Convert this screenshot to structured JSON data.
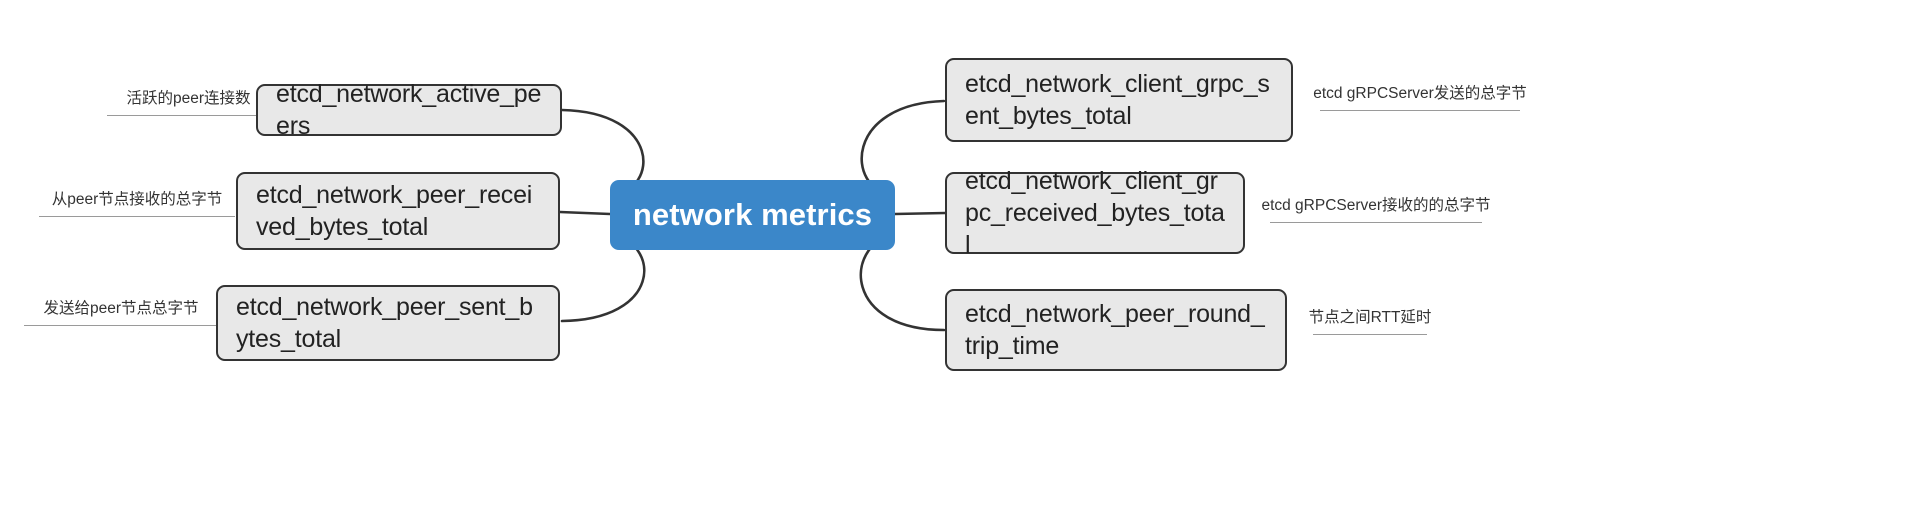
{
  "diagram": {
    "type": "mindmap",
    "title": "network metrics",
    "colors": {
      "central_fill": "#3b87c9",
      "central_text": "#ffffff",
      "node_fill": "#e8e8e8",
      "node_border": "#333333",
      "node_text": "#222222",
      "edge_stroke": "#333333",
      "annotation_text": "#333333",
      "annotation_rule": "#9a9a9a",
      "background": "#ffffff"
    },
    "central": {
      "label": "network metrics"
    },
    "branches": [
      {
        "side": "left",
        "metric": "etcd_network_active_peers",
        "annotation": "活跃的peer连接数"
      },
      {
        "side": "left",
        "metric": "etcd_network_peer_received_bytes_total",
        "annotation": "从peer节点接收的总字节"
      },
      {
        "side": "left",
        "metric": "etcd_network_peer_sent_bytes_total",
        "annotation": "发送给peer节点总字节"
      },
      {
        "side": "right",
        "metric": "etcd_network_client_grpc_sent_bytes_total",
        "annotation": "etcd gRPCServer发送的总字节"
      },
      {
        "side": "right",
        "metric": "etcd_network_client_grpc_received_bytes_total",
        "annotation": "etcd gRPCServer接收的的总字节"
      },
      {
        "side": "right",
        "metric": "etcd_network_peer_round_trip_time",
        "annotation": "节点之间RTT延时"
      }
    ]
  }
}
